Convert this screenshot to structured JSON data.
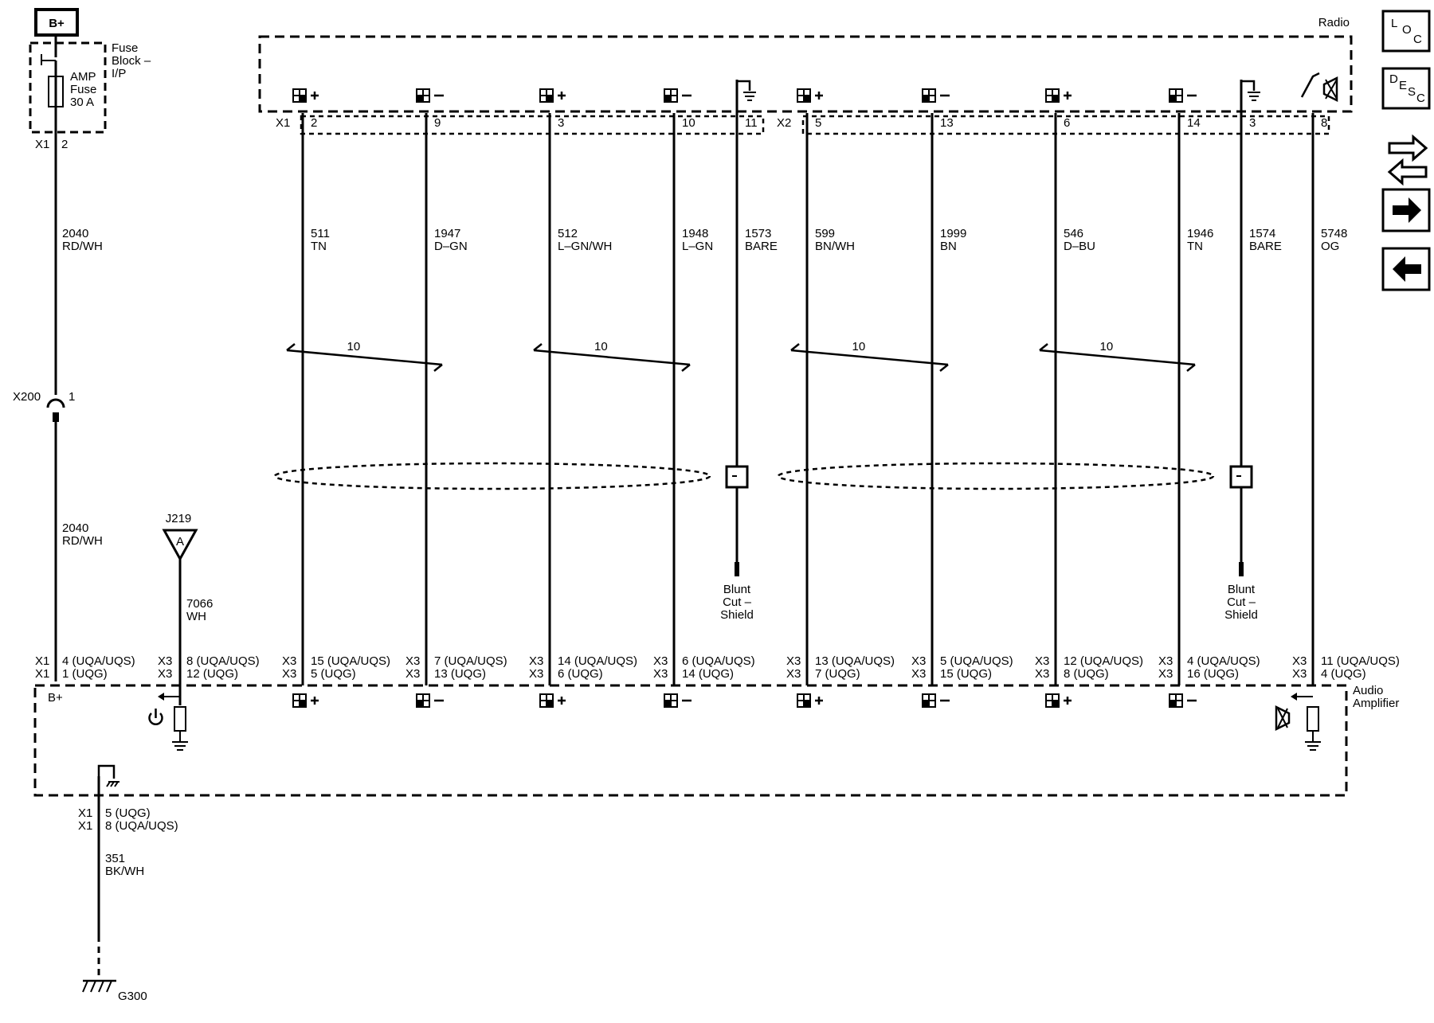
{
  "supply": {
    "label": "B+",
    "fuse_block": [
      "Fuse",
      "Block –",
      "I/P"
    ],
    "fuse": [
      "AMP",
      "Fuse",
      "30 A"
    ],
    "fuse_pin": {
      "conn": "X1",
      "pin": "2"
    },
    "wire_upper": {
      "circuit": "2040",
      "color": "RD/WH"
    },
    "inline_connector": {
      "name": "X200",
      "pin": "1"
    },
    "wire_lower": {
      "circuit": "2040",
      "color": "RD/WH"
    },
    "amp_pin": {
      "conn": [
        "X1",
        "X1"
      ],
      "pins": [
        "4 (UQA/UQS)",
        "1 (UQG)"
      ]
    },
    "amp_label": "B+"
  },
  "remote": {
    "splice": "J219",
    "splice_letter": "A",
    "wire": {
      "circuit": "7066",
      "color": "WH"
    },
    "amp_pin": {
      "conn": [
        "X3",
        "X3"
      ],
      "pins": [
        "8 (UQA/UQS)",
        "12 (UQG)"
      ]
    }
  },
  "radio": {
    "label": "Radio",
    "connectors": [
      "X1",
      "X2"
    ],
    "pins": [
      "2",
      "9",
      "3",
      "10",
      "11",
      "5",
      "13",
      "6",
      "14",
      "3",
      "8"
    ]
  },
  "amplifier": {
    "label": [
      "Audio",
      "Amplifier"
    ]
  },
  "wires": [
    {
      "circuit": "511",
      "color": "TN",
      "sign": "+",
      "amp_conn": [
        "X3",
        "X3"
      ],
      "amp_pins": [
        "15 (UQA/UQS)",
        "5 (UQG)"
      ]
    },
    {
      "circuit": "1947",
      "color": "D–GN",
      "sign": "–",
      "amp_conn": [
        "X3",
        "X3"
      ],
      "amp_pins": [
        "7 (UQA/UQS)",
        "13 (UQG)"
      ]
    },
    {
      "circuit": "512",
      "color": "L–GN/WH",
      "sign": "+",
      "amp_conn": [
        "X3",
        "X3"
      ],
      "amp_pins": [
        "14 (UQA/UQS)",
        "6 (UQG)"
      ]
    },
    {
      "circuit": "1948",
      "color": "L–GN",
      "sign": "–",
      "amp_conn": [
        "X3",
        "X3"
      ],
      "amp_pins": [
        "6 (UQA/UQS)",
        "14 (UQG)"
      ]
    },
    {
      "circuit": "1573",
      "color": "BARE",
      "shield": true
    },
    {
      "circuit": "599",
      "color": "BN/WH",
      "sign": "+",
      "amp_conn": [
        "X3",
        "X3"
      ],
      "amp_pins": [
        "13 (UQA/UQS)",
        "7 (UQG)"
      ]
    },
    {
      "circuit": "1999",
      "color": "BN",
      "sign": "–",
      "amp_conn": [
        "X3",
        "X3"
      ],
      "amp_pins": [
        "5 (UQA/UQS)",
        "15 (UQG)"
      ]
    },
    {
      "circuit": "546",
      "color": "D–BU",
      "sign": "+",
      "amp_conn": [
        "X3",
        "X3"
      ],
      "amp_pins": [
        "12 (UQA/UQS)",
        "8 (UQG)"
      ]
    },
    {
      "circuit": "1946",
      "color": "TN",
      "sign": "–",
      "amp_conn": [
        "X3",
        "X3"
      ],
      "amp_pins": [
        "4 (UQA/UQS)",
        "16 (UQG)"
      ]
    },
    {
      "circuit": "1574",
      "color": "BARE",
      "shield": true
    },
    {
      "circuit": "5748",
      "color": "OG",
      "mute": true,
      "amp_conn": [
        "X3",
        "X3"
      ],
      "amp_pins": [
        "11 (UQA/UQS)",
        "4 (UQG)"
      ]
    }
  ],
  "twist_label": "10",
  "shield_end": [
    "Blunt",
    "Cut –",
    "Shield"
  ],
  "ground": {
    "amp_conn": [
      "X1",
      "X1"
    ],
    "amp_pins": [
      "5 (UQG)",
      "8 (UQA/UQS)"
    ],
    "wire": {
      "circuit": "351",
      "color": "BK/WH"
    },
    "name": "G300"
  },
  "nav": {
    "loc": [
      "L",
      "O",
      "C"
    ],
    "desc": [
      "D",
      "E",
      "S",
      "C"
    ]
  }
}
